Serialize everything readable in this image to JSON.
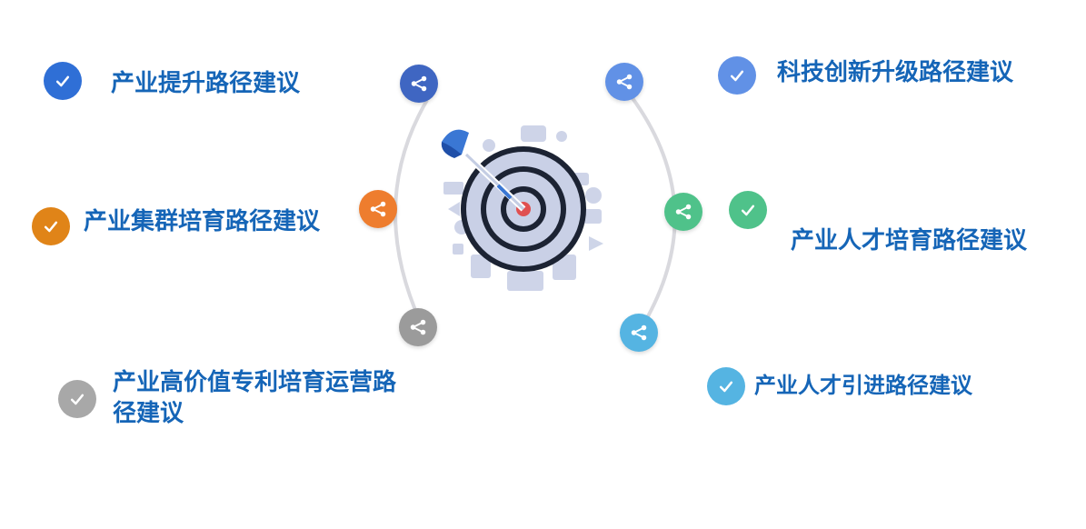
{
  "colors": {
    "label_text": "#1565b7",
    "arc": "#d9d9de",
    "target_ring": "#1c2333",
    "target_fill": "#c9d0e6",
    "bullseye": "#e05050",
    "dart_feather": "#3a77d4"
  },
  "items": [
    {
      "id": "industry-upgrade",
      "label": "产业提升路径建议",
      "check_color": "#2f6fd6",
      "node_color": "#3f66c2",
      "icon": "share-icon"
    },
    {
      "id": "tech-innovation",
      "label": "科技创新升级路径建议",
      "check_color": "#6191e6",
      "node_color": "#6191e6",
      "icon": "share-icon"
    },
    {
      "id": "cluster-cultivation",
      "label": "产业集群培育路径建议",
      "check_color": "#e08418",
      "node_color": "#ee7d2e",
      "icon": "share-icon"
    },
    {
      "id": "talent-cultivation",
      "label": "产业人才培育路径建议",
      "check_color": "#4fc28a",
      "node_color": "#4fc28a",
      "icon": "share-icon"
    },
    {
      "id": "patent-operation",
      "label": "产业高价值专利培育运营路径建议",
      "check_color": "#a8a8a8",
      "node_color": "#9b9b9b",
      "icon": "share-icon"
    },
    {
      "id": "talent-introduction",
      "label": "产业人才引进路径建议",
      "check_color": "#55b4e2",
      "node_color": "#55b4e2",
      "icon": "share-icon"
    }
  ],
  "center_icon": "target-dart-icon",
  "check_icon": "check-icon"
}
